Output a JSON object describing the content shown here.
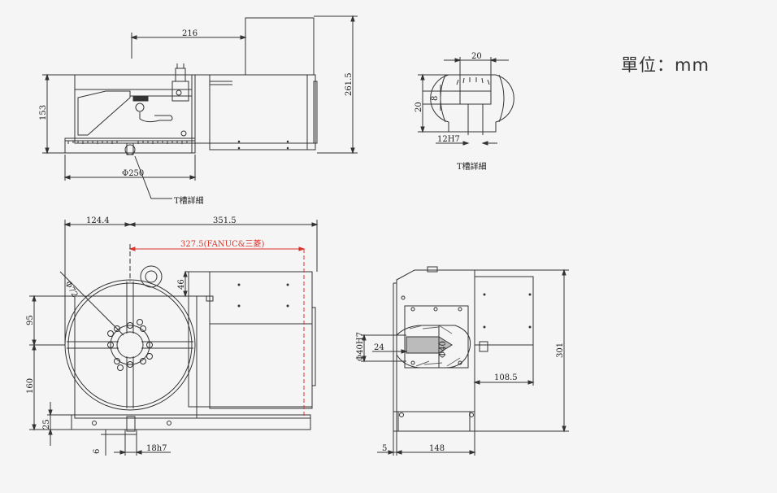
{
  "units_label": "單位：mm",
  "dimensions": {
    "top_view": {
      "length_216": "216",
      "height_153": "153",
      "height_261_5": "261.5",
      "diameter_250": "Φ250"
    },
    "t_slot": {
      "width_20": "20",
      "depth_8": "8",
      "height_20": "20",
      "slot_12h7": "12H7",
      "label": "T槽詳細"
    },
    "callout_label": "T槽詳細",
    "front_view": {
      "left_124_4": "124.4",
      "length_351_5": "351.5",
      "motor_327_5": "327.5(FANUC&三菱)",
      "diameter_72": "Φ72",
      "offset_46": "46",
      "height_95": "95",
      "height_160": "160",
      "base_25": "25",
      "key_6": "6",
      "key_18h7": "18h7"
    },
    "side_view": {
      "bore_40h7": "Φ40H7",
      "depth_24": "24",
      "bore_40": "Φ40",
      "motor_108_5": "108.5",
      "height_301": "301",
      "base_5": "5",
      "width_148": "148"
    }
  },
  "colors": {
    "line": "#333333",
    "red": "#d9342b",
    "background": "#f5f5f5"
  }
}
